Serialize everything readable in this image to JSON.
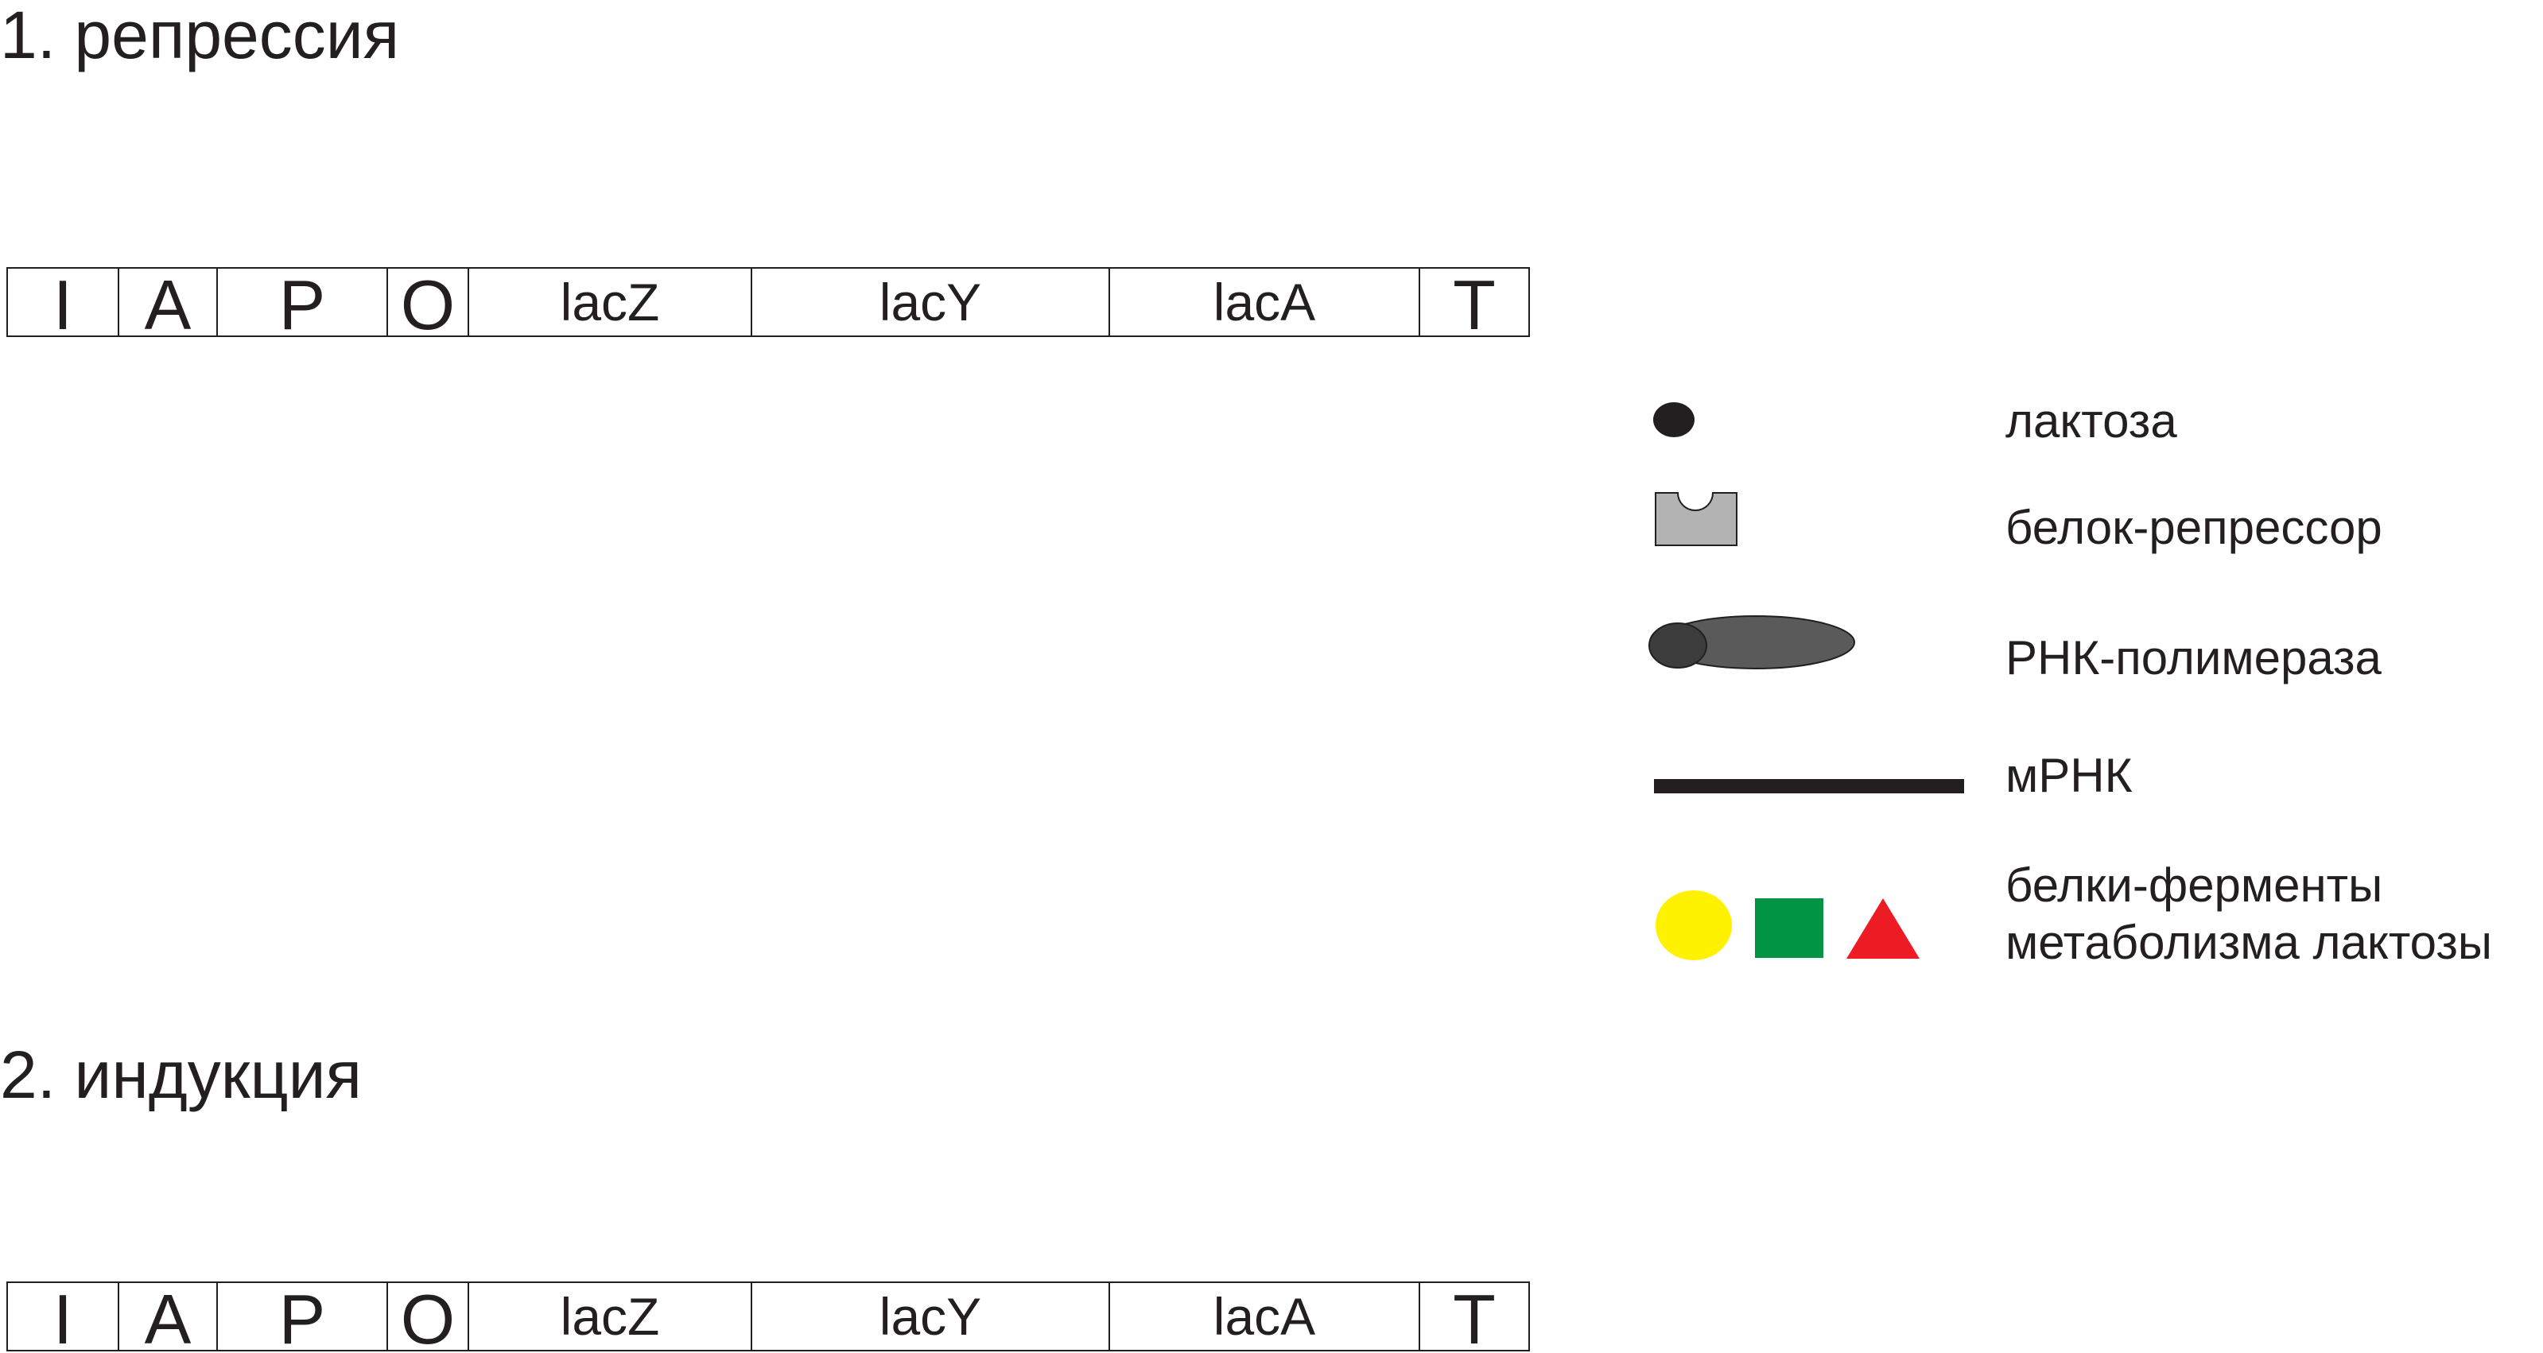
{
  "sections": [
    {
      "title": "1. репрессия"
    },
    {
      "title": "2. индукция"
    }
  ],
  "operon_segments": [
    {
      "label": "I",
      "kind": "big"
    },
    {
      "label": "A",
      "kind": "big"
    },
    {
      "label": "P",
      "kind": "big"
    },
    {
      "label": "O",
      "kind": "big"
    },
    {
      "label": "lacZ",
      "kind": "gene"
    },
    {
      "label": "lacY",
      "kind": "gene"
    },
    {
      "label": "lacA",
      "kind": "gene"
    },
    {
      "label": "T",
      "kind": "big"
    }
  ],
  "legend": {
    "lactose": "лактоза",
    "repressor": "белок-репрессор",
    "rna_polymerase": "РНК-полимераза",
    "mrna": "мРНК",
    "enzymes_line1": "белки-ферменты",
    "enzymes_line2": "метаболизма лактозы"
  },
  "colors": {
    "ink": "#231f20",
    "repressor": "#b3b3b3",
    "polymerase_head": "#3c3c3c",
    "polymerase_body": "#5a5a5a",
    "enzyme_circle": "#fff200",
    "enzyme_square": "#009444",
    "enzyme_triangle": "#ed1c24"
  }
}
